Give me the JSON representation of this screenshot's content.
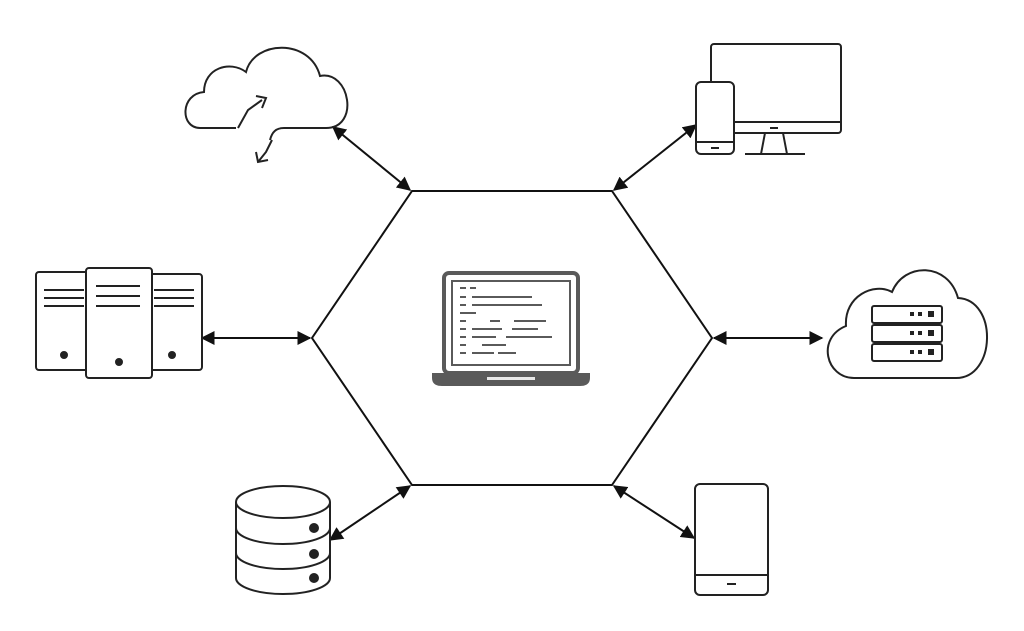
{
  "diagram": {
    "center": {
      "shape": "hexagon",
      "icon": "laptop-code-icon"
    },
    "connections": [
      {
        "to": "cloud-sync-icon",
        "direction": "bidirectional"
      },
      {
        "to": "desktop-mobile-icon",
        "direction": "bidirectional"
      },
      {
        "to": "server-rack-icon",
        "direction": "bidirectional"
      },
      {
        "to": "cloud-server-icon",
        "direction": "bidirectional"
      },
      {
        "to": "database-icon",
        "direction": "bidirectional"
      },
      {
        "to": "tablet-icon",
        "direction": "bidirectional"
      }
    ],
    "colors": {
      "stroke": "#1a1a1a",
      "laptop": "#555555"
    }
  }
}
